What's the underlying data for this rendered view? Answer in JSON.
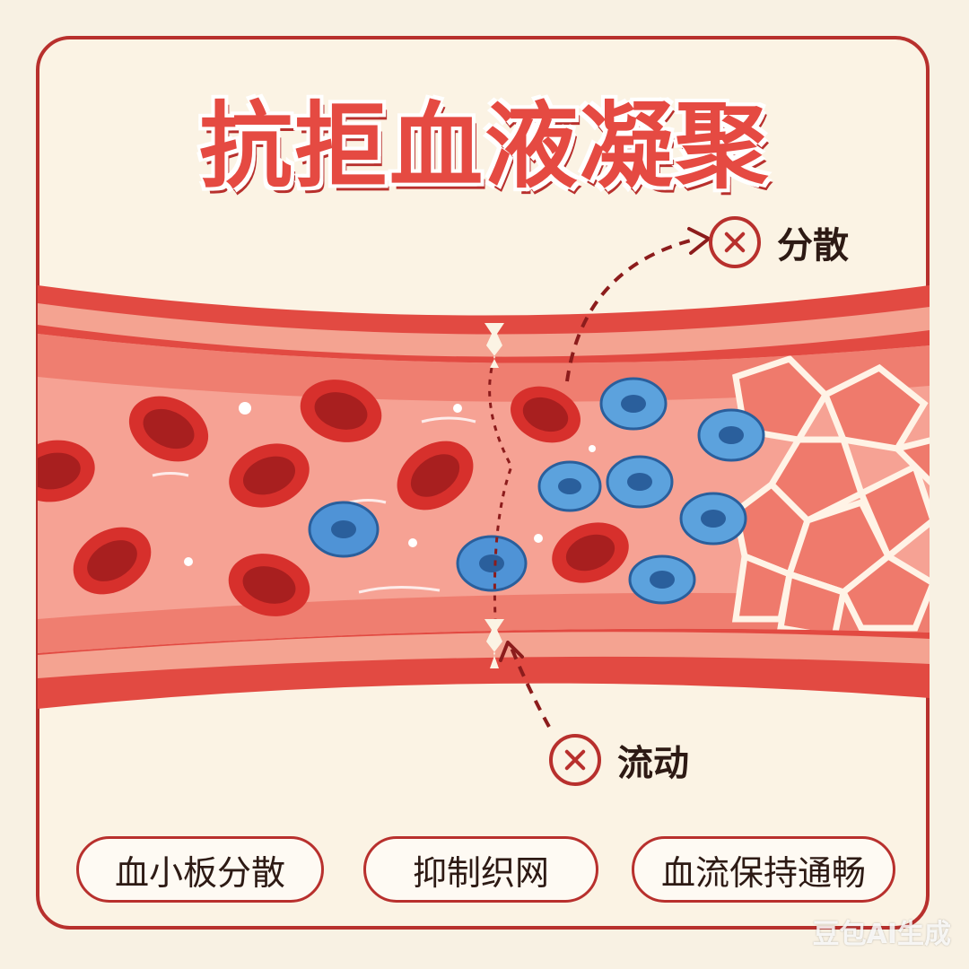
{
  "title": "抗拒血液凝聚",
  "callouts": {
    "top": "分散",
    "bottom": "流动"
  },
  "pills": [
    "血小板分散",
    "抑制织网",
    "血流保持通畅"
  ],
  "watermark": "豆包AI生成",
  "colors": {
    "border": "#b8302d",
    "red_cell": "#d93a36",
    "blue_cell": "#4f93d6",
    "vessel": "#e8564d",
    "background": "#fbf3e4"
  }
}
